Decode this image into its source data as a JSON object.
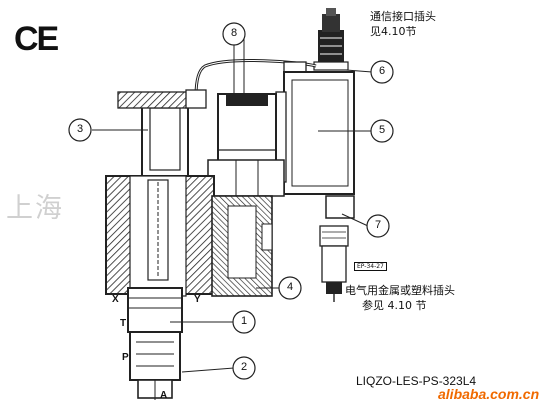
{
  "logo_text": "CE",
  "notes": {
    "connector_line1": "通信接口插头",
    "connector_line2": "见4.10节",
    "plug_line1": "电气用金属或塑料插头",
    "plug_line2": "参见  4.10 节"
  },
  "model": "LIQZO-LES-PS-323L4",
  "watermark": "上海",
  "brand": "alibaba.com.cn",
  "connector_tag": "EP-34-27",
  "callouts": [
    "1",
    "2",
    "3",
    "4",
    "5",
    "6",
    "7",
    "8"
  ],
  "port_labels": {
    "x": "X",
    "y": "Y",
    "t": "T",
    "p": "P",
    "a": "A"
  }
}
